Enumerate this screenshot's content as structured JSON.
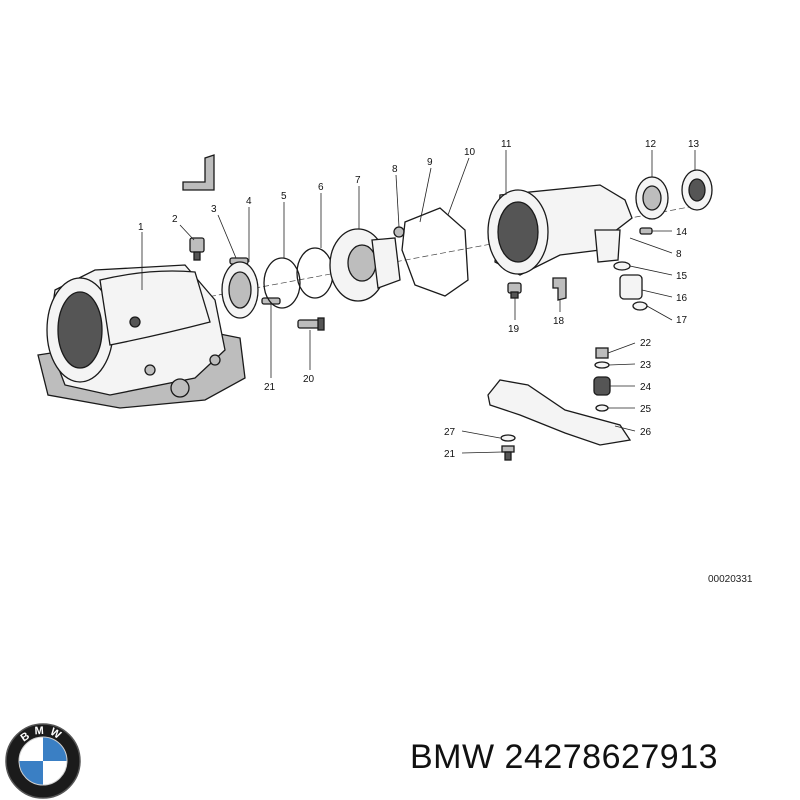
{
  "diagram": {
    "callouts": [
      "1",
      "2",
      "3",
      "4",
      "5",
      "6",
      "7",
      "8",
      "9",
      "10",
      "11",
      "12",
      "13",
      "14",
      "8",
      "15",
      "16",
      "17",
      "18",
      "19",
      "20",
      "21",
      "22",
      "23",
      "24",
      "25",
      "26",
      "27",
      "21"
    ],
    "reference": "00020331"
  },
  "brand": {
    "logo_text": "BMW",
    "label": "BMW 24278627913",
    "colors": {
      "logo_blue": "#3a7fc4",
      "logo_ring": "#1b1b1b"
    }
  }
}
